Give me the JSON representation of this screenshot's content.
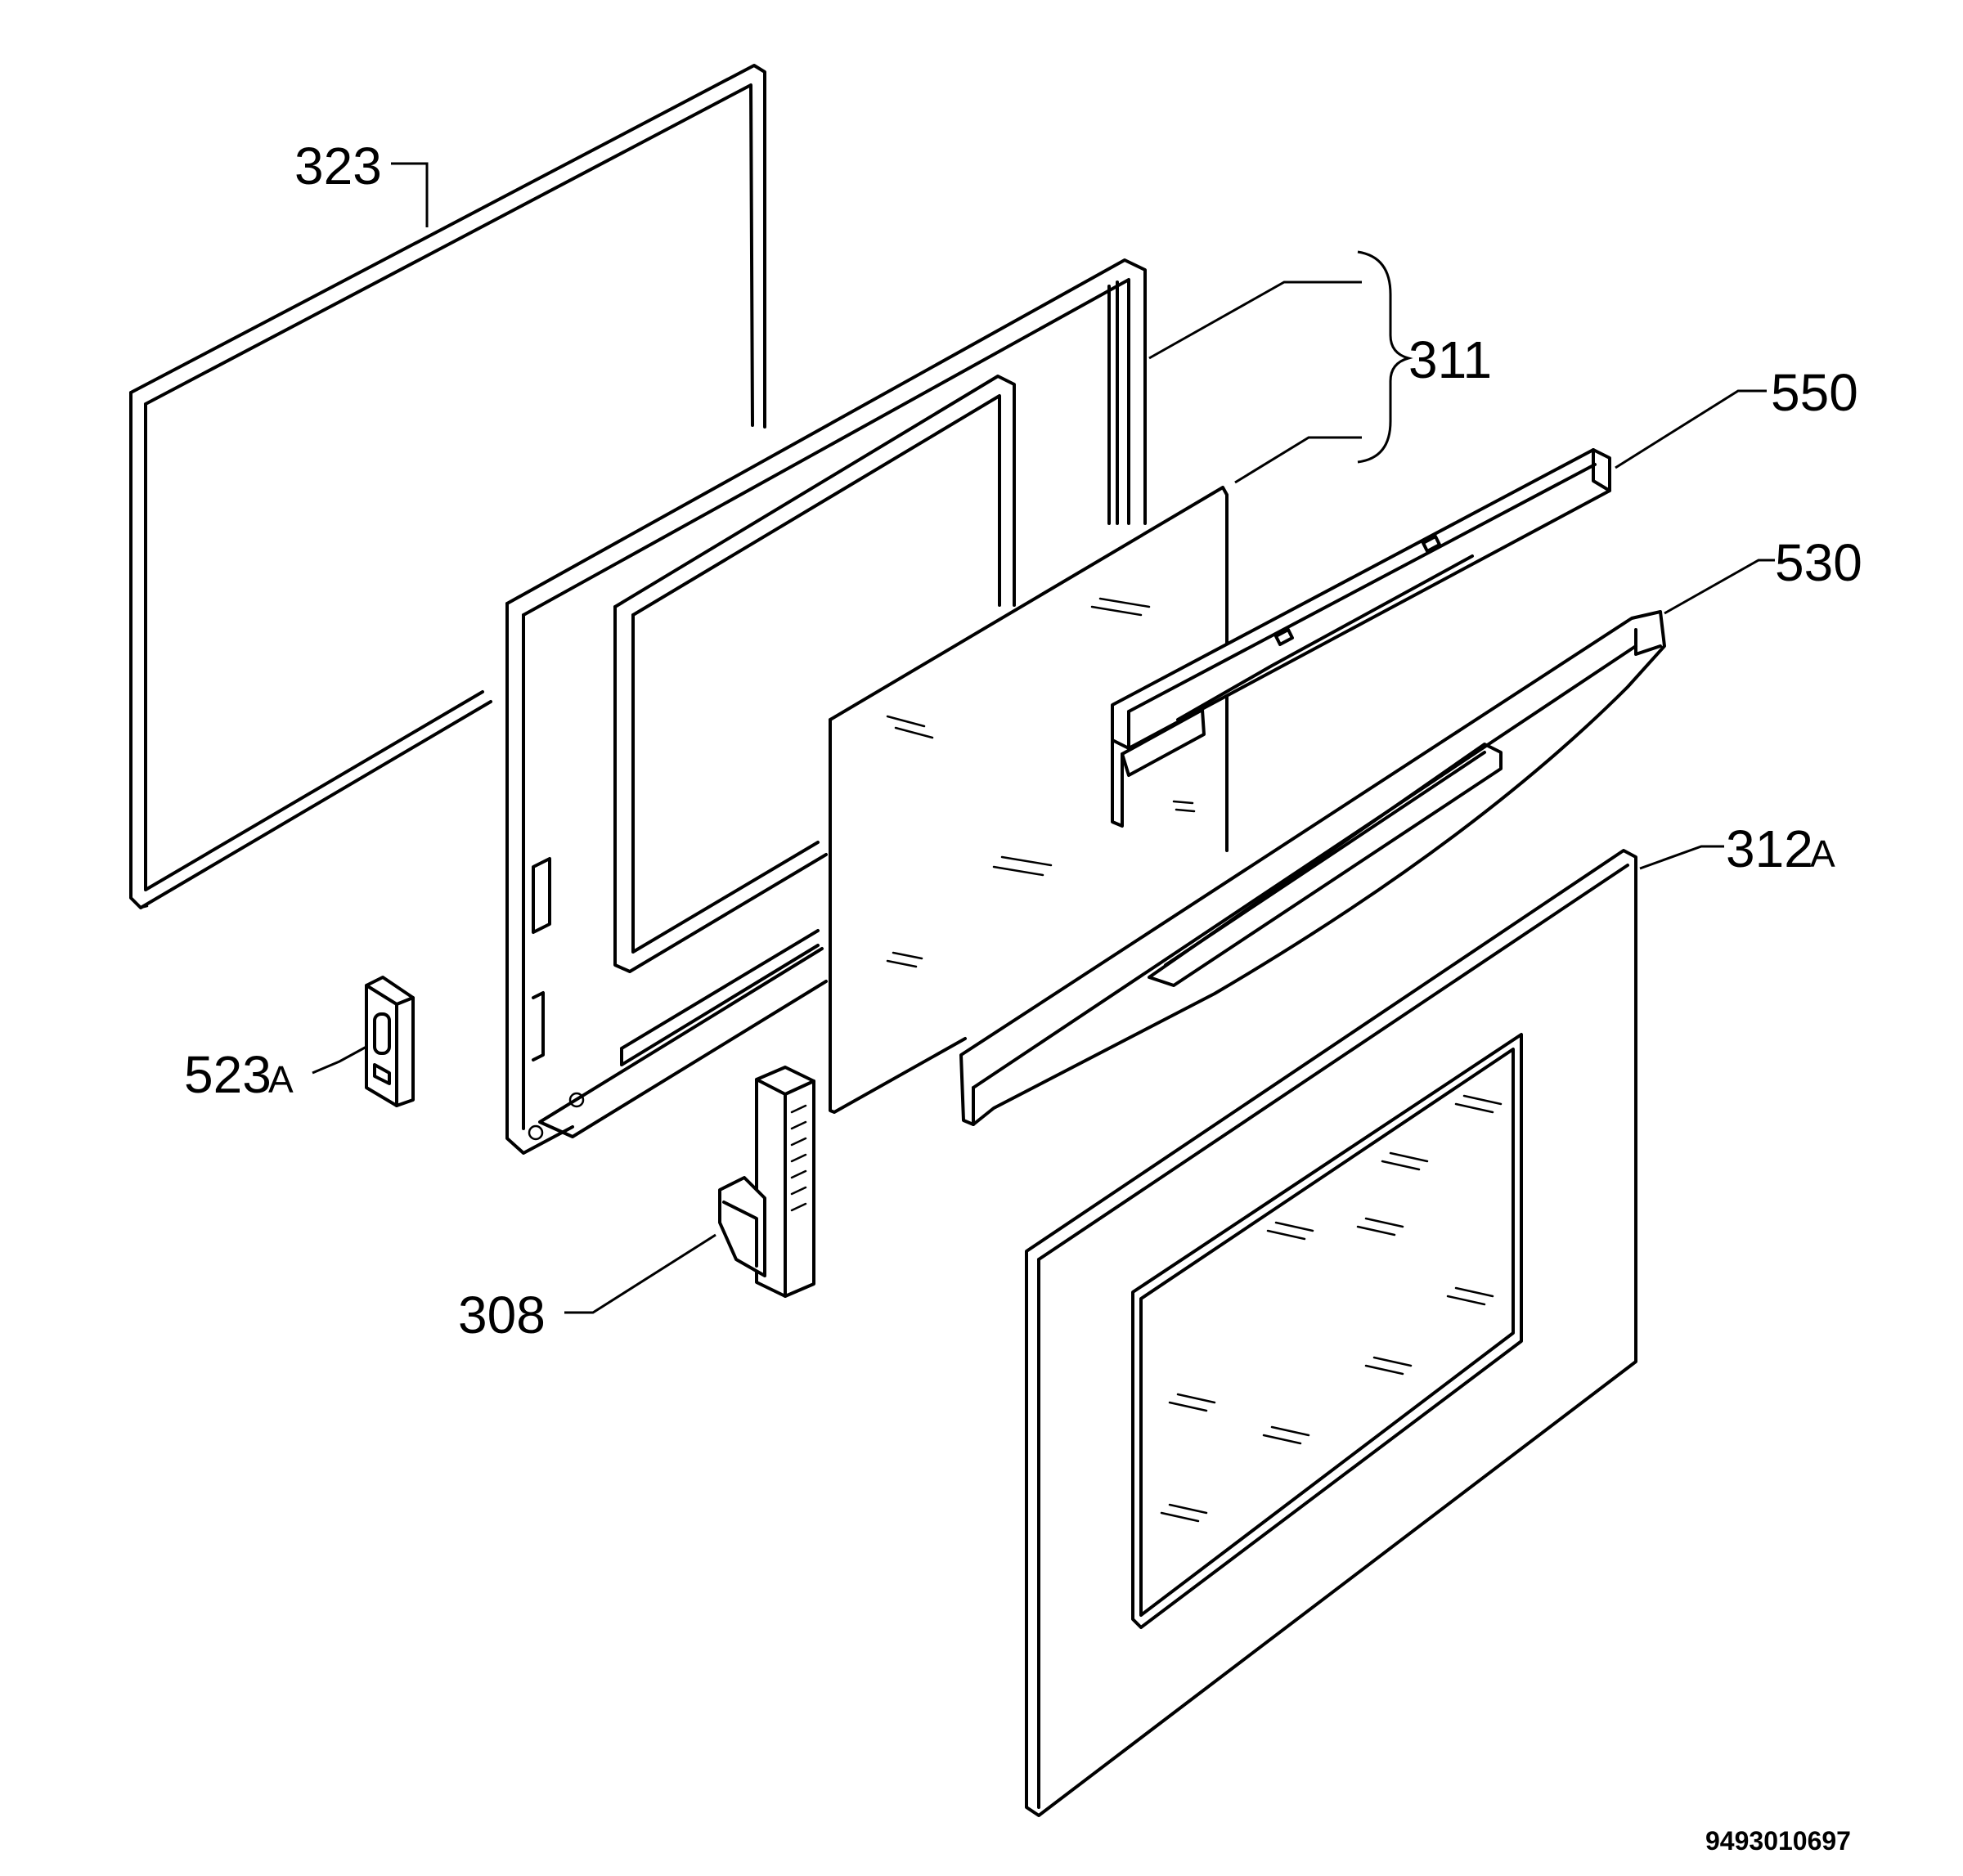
{
  "callouts": [
    {
      "id": "p323",
      "number": "323",
      "suffix": ""
    },
    {
      "id": "p311",
      "number": "311",
      "suffix": ""
    },
    {
      "id": "p550",
      "number": "550",
      "suffix": ""
    },
    {
      "id": "p530",
      "number": "530",
      "suffix": ""
    },
    {
      "id": "p312",
      "number": "312",
      "suffix": "A"
    },
    {
      "id": "p523",
      "number": "523",
      "suffix": "A"
    },
    {
      "id": "p308",
      "number": "308",
      "suffix": ""
    }
  ],
  "document_number": "9493010697"
}
